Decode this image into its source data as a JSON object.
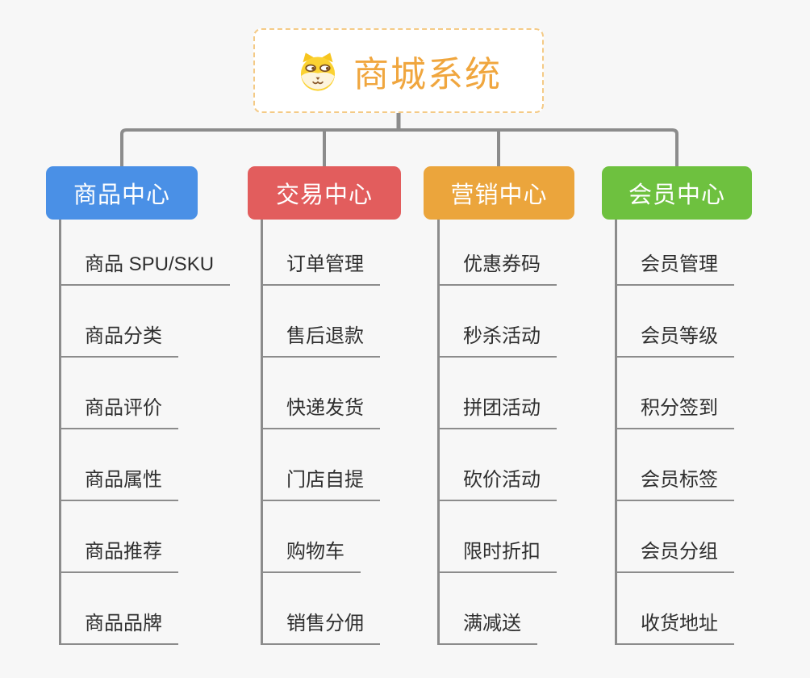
{
  "page": {
    "background": "#F7F7F7"
  },
  "colors": {
    "connector": "#8C8C8C",
    "root_border": "#F4CA86",
    "root_text": "#F0A63E",
    "child_text": "#2F2F2F"
  },
  "root": {
    "title": "商城系统",
    "icon": "shiba-dog-icon"
  },
  "branches": [
    {
      "label": "商品中心",
      "color": "#4A90E6",
      "children": [
        "商品 SPU/SKU",
        "商品分类",
        "商品评价",
        "商品属性",
        "商品推荐",
        "商品品牌"
      ]
    },
    {
      "label": "交易中心",
      "color": "#E25D5D",
      "children": [
        "订单管理",
        "售后退款",
        "快递发货",
        "门店自提",
        "购物车",
        "销售分佣"
      ]
    },
    {
      "label": "营销中心",
      "color": "#EBA53C",
      "children": [
        "优惠券码",
        "秒杀活动",
        "拼团活动",
        "砍价活动",
        "限时折扣",
        "满减送"
      ]
    },
    {
      "label": "会员中心",
      "color": "#6EC13F",
      "children": [
        "会员管理",
        "会员等级",
        "积分签到",
        "会员标签",
        "会员分组",
        "收货地址"
      ]
    }
  ]
}
